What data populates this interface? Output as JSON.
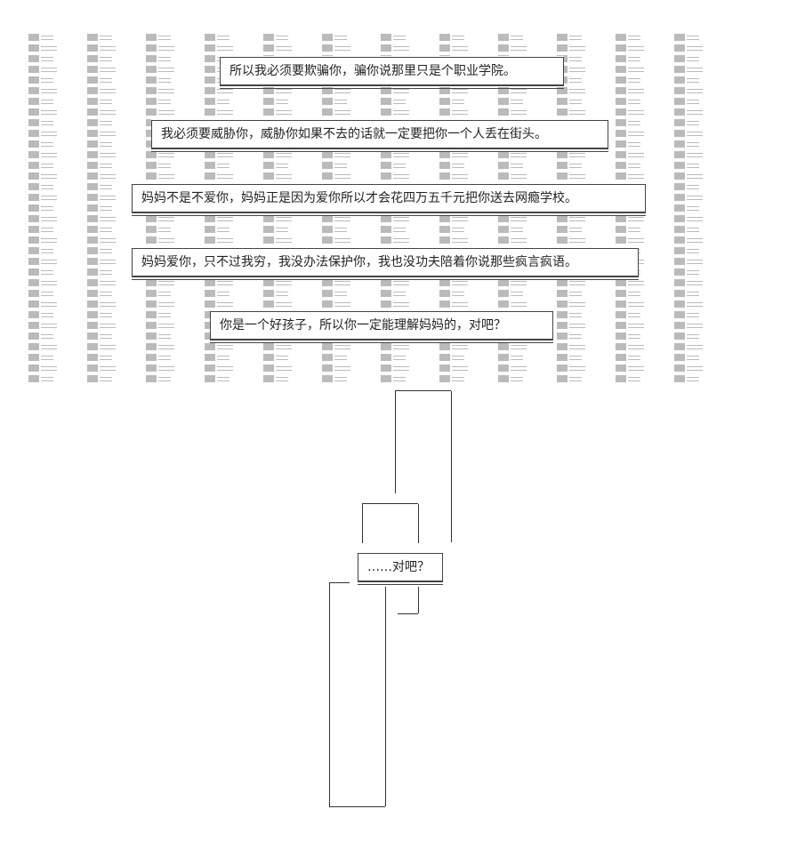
{
  "captions": [
    "所以我必须要欺骗你，骗你说那里只是个职业学院。",
    "我必须要威胁你，威胁你如果不去的话就一定要把你一个人丢在街头。",
    "妈妈不是不爱你，妈妈正是因为爱你所以才会花四万五千元把你送去网瘾学校。",
    "妈妈爱你，只不过我穷，我没办法保护你，我也没功夫陪着你说那些疯言疯语。",
    "你是一个好孩子，所以你一定能理解妈妈的，对吧？"
  ],
  "lower_caption": "……对吧？",
  "pattern_glyphs": [
    "l",
    ":"
  ]
}
